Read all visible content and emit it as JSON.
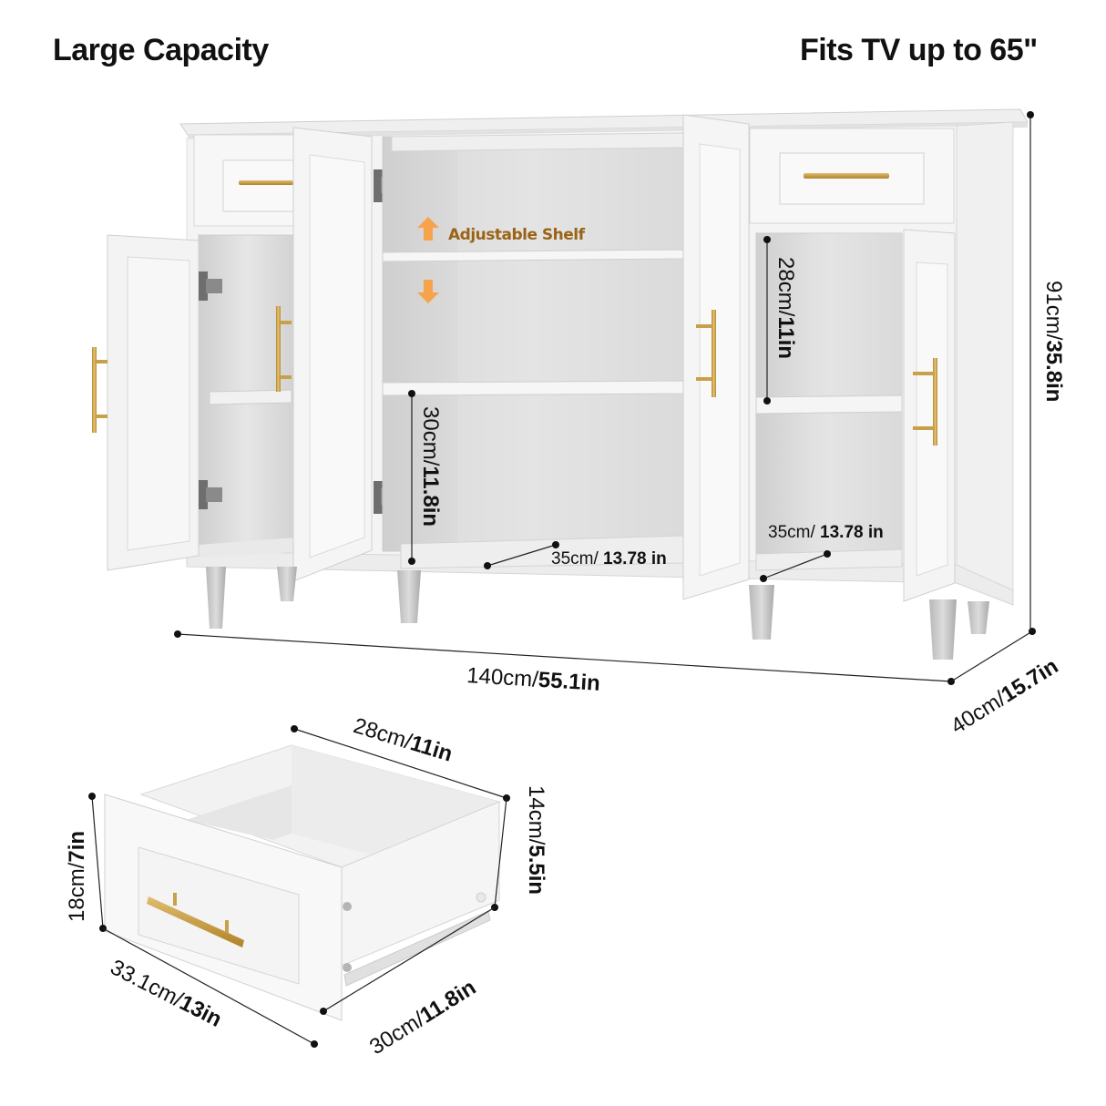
{
  "headings": {
    "left": "Large Capacity",
    "right": "Fits TV up to 65\""
  },
  "annotation": {
    "adjustable_shelf": "Adjustable Shelf",
    "arrow_up": "arrow-up",
    "arrow_down": "arrow-down"
  },
  "cabinet_dimensions": {
    "width": {
      "cm": "140cm/",
      "in": "55.1in"
    },
    "depth": {
      "cm": "40cm/",
      "in": "15.7in"
    },
    "height": {
      "cm": "91cm/",
      "in": "35.8in"
    },
    "center_lower_height": {
      "cm": "30cm/",
      "in": "11.8in"
    },
    "center_lower_depth": {
      "cm": "35cm/ ",
      "in": "13.78 in"
    },
    "right_upper_height": {
      "cm": "28cm/",
      "in": "11in"
    },
    "right_lower_depth": {
      "cm": "35cm/ ",
      "in": "13.78 in"
    }
  },
  "drawer_dimensions": {
    "inner_width": {
      "cm": "28cm/",
      "in": "11in"
    },
    "inner_height": {
      "cm": "14cm/",
      "in": "5.5in"
    },
    "front_height": {
      "cm": "18cm/",
      "in": "7in"
    },
    "front_width": {
      "cm": "33.1cm/",
      "in": "13in"
    },
    "depth": {
      "cm": "30cm/",
      "in": "11.8in"
    }
  },
  "colors": {
    "background": "#ffffff",
    "cabinet_white": "#f6f6f6",
    "cabinet_shadow": "#d9d9d9",
    "interior_gray": "#dedede",
    "handle_gold": "#c9a04a",
    "hinge_gray": "#6e6e6e",
    "arrow_orange": "#f7a34b",
    "annotation_brown": "#9a6416",
    "dimension_line": "#222222"
  }
}
